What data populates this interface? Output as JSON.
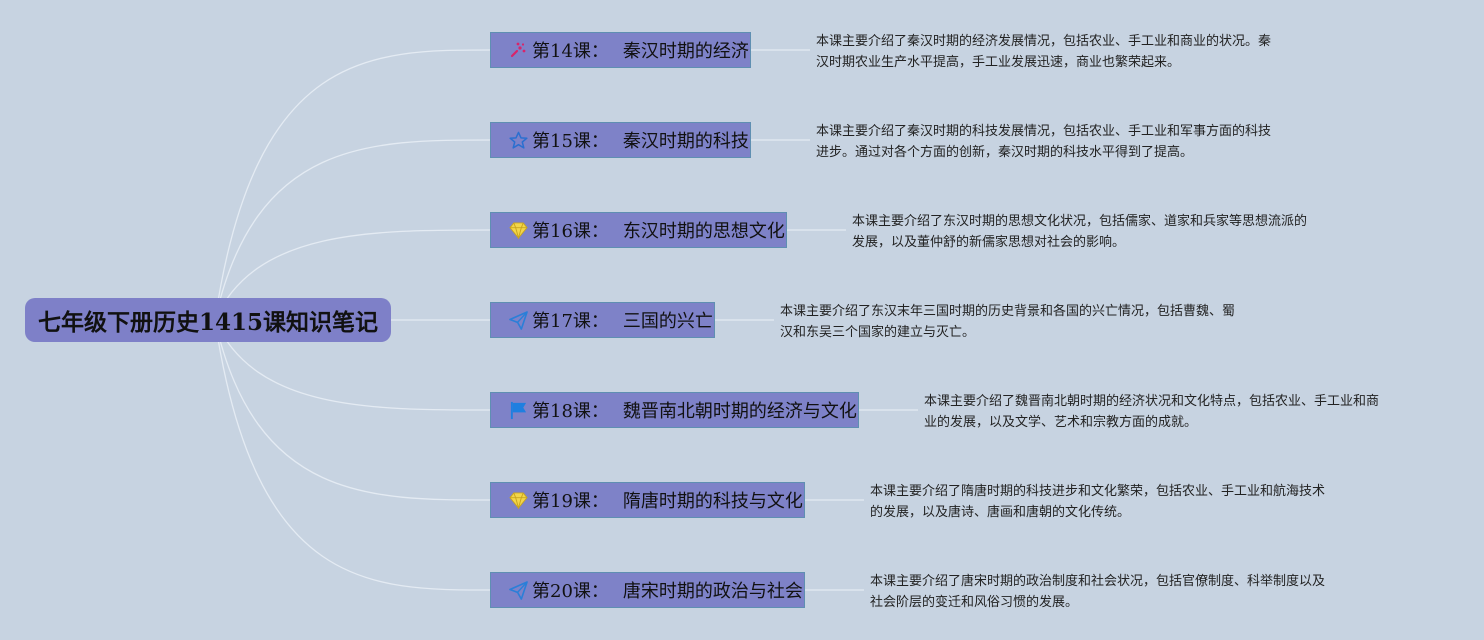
{
  "root": {
    "title": "七年级下册历史1415课知识笔记"
  },
  "lessons": [
    {
      "num": "第14课：",
      "title": "秦汉时期的经济",
      "icon": "sparkle-icon",
      "icon_color": "#d9246a",
      "desc1": "本课主要介绍了秦汉时期的经济发展情况，包括农业、手工业和商业的状况。秦",
      "desc2": "汉时期农业生产水平提高，手工业发展迅速，商业也繁荣起来。"
    },
    {
      "num": "第15课：",
      "title": "秦汉时期的科技",
      "icon": "star-icon",
      "icon_color": "#2a6fd0",
      "desc1": "本课主要介绍了秦汉时期的科技发展情况，包括农业、手工业和军事方面的科技",
      "desc2": "进步。通过对各个方面的创新，秦汉时期的科技水平得到了提高。"
    },
    {
      "num": "第16课：",
      "title": "东汉时期的思想文化",
      "icon": "diamond-icon",
      "icon_color": "#f0d040",
      "desc1": "本课主要介绍了东汉时期的思想文化状况，包括儒家、道家和兵家等思想流派的",
      "desc2": "发展，以及董仲舒的新儒家思想对社会的影响。"
    },
    {
      "num": "第17课：",
      "title": "三国的兴亡",
      "icon": "paper-plane-icon",
      "icon_color": "#2a7fd8",
      "desc1": "本课主要介绍了东汉末年三国时期的历史背景和各国的兴亡情况，包括曹魏、蜀",
      "desc2": "汉和东吴三个国家的建立与灭亡。"
    },
    {
      "num": "第18课：",
      "title": "魏晋南北朝时期的经济与文化",
      "icon": "flag-icon",
      "icon_color": "#1e7fe0",
      "desc1": "本课主要介绍了魏晋南北朝时期的经济状况和文化特点，包括农业、手工业和商",
      "desc2": "业的发展，以及文学、艺术和宗教方面的成就。"
    },
    {
      "num": "第19课：",
      "title": "隋唐时期的科技与文化",
      "icon": "diamond-icon",
      "icon_color": "#f0d040",
      "desc1": "本课主要介绍了隋唐时期的科技进步和文化繁荣，包括农业、手工业和航海技术",
      "desc2": "的发展，以及唐诗、唐画和唐朝的文化传统。"
    },
    {
      "num": "第20课：",
      "title": "唐宋时期的政治与社会",
      "icon": "paper-plane-icon",
      "icon_color": "#2a7fd8",
      "desc1": "本课主要介绍了唐宋时期的政治制度和社会状况，包括官僚制度、科举制度以及",
      "desc2": "社会阶层的变迁和风俗习惯的发展。"
    }
  ]
}
